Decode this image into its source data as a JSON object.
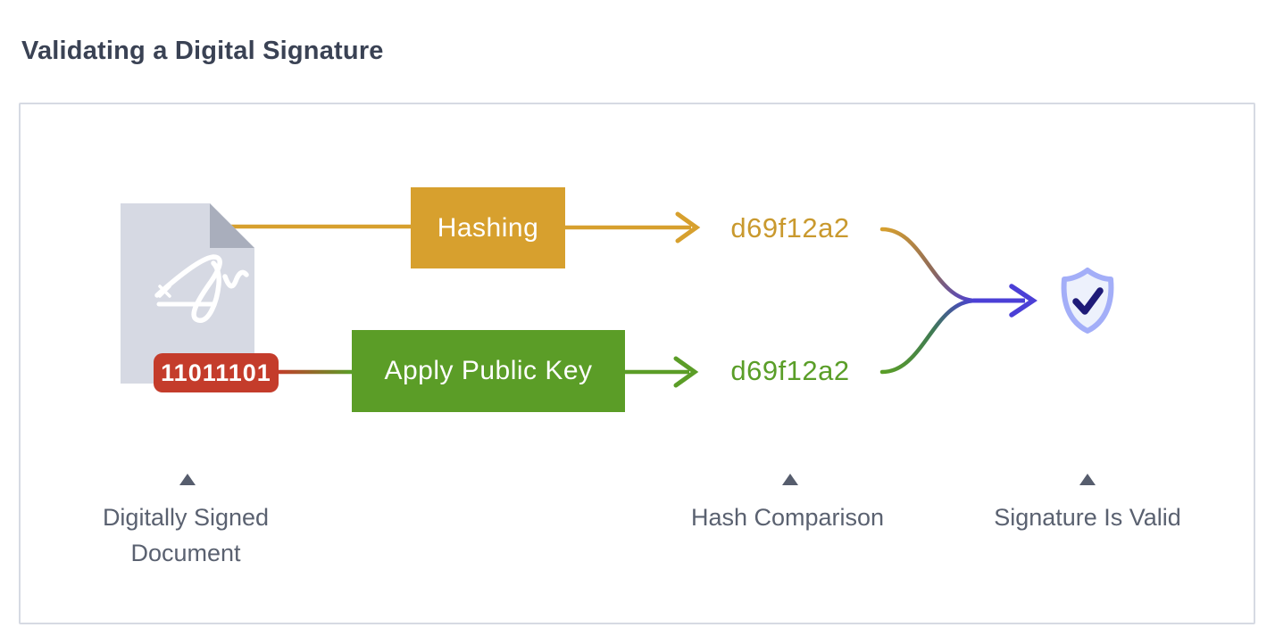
{
  "page": {
    "title": "Validating a Digital Signature"
  },
  "diagram": {
    "document": {
      "badge_label": "11011101",
      "icon": "signed-document-icon"
    },
    "top_flow": {
      "box_label": "Hashing",
      "hash_value": "d69f12a2"
    },
    "bottom_flow": {
      "box_label": "Apply Public Key",
      "hash_value": "d69f12a2"
    },
    "result_icon": "shield-check-icon",
    "captions": [
      {
        "label": "Digitally Signed Document"
      },
      {
        "label": "Hash Comparison"
      },
      {
        "label": "Signature Is Valid"
      }
    ]
  },
  "colors": {
    "title_text": "#3a4254",
    "panel_border": "#d6dae3",
    "hashing_box": "#d7a02e",
    "public_key_box": "#5b9d27",
    "badge_red": "#c43c2b",
    "hash_text_orange": "#c9992e",
    "hash_text_green": "#5a9e28",
    "merge_arrow_blue": "#4b3fd6",
    "document_body": "#d6d9e3",
    "document_fold": "#a9aebc",
    "shield_border": "#a3aef8",
    "shield_fill": "#edf1fc",
    "shield_check": "#1e1a78",
    "caption_text": "#5a6170",
    "marker_gray": "#565d6d"
  }
}
